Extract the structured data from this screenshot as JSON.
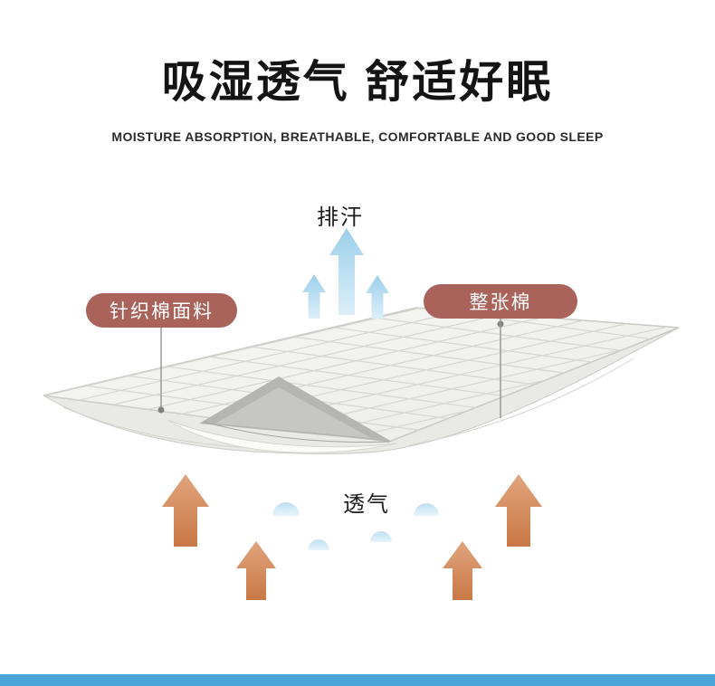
{
  "page": {
    "title": "吸湿透气 舒适好眠",
    "subtitle": "MOISTURE ABSORPTION, BREATHABLE, COMFORTABLE AND GOOD SLEEP"
  },
  "annotations": {
    "sweat_label": "排汗",
    "fabric_pill": "针织棉面料",
    "cotton_pill": "整张棉",
    "breathable_label": "透气"
  },
  "colors": {
    "pill_bg": "#a9635a",
    "blue_arrow": "#9ccfeb",
    "blue_arrow_light": "#dceff9",
    "orange_arrow": "#c97845",
    "orange_arrow_light": "#e1a47e",
    "dome_blue": "#bfdff0",
    "dome_blue_light": "#e8f5fb",
    "bottom_bar": "#4aa4d8",
    "leader": "#98989a"
  }
}
